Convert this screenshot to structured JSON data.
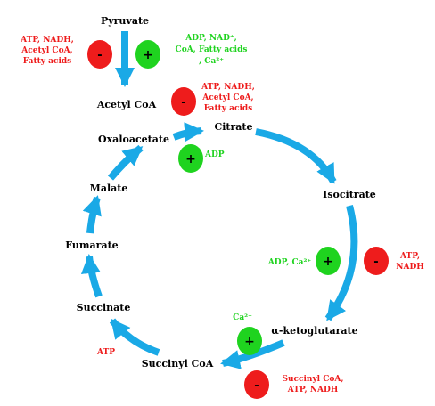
{
  "colors": {
    "arrow": "#1aa9e6",
    "inhibitor_circle": "#ee1c1c",
    "activator_circle": "#1fd31f",
    "inhibitor_text": "#ee1c1c",
    "activator_text": "#1fd31f"
  },
  "metabolites": {
    "pyruvate": "Pyruvate",
    "acetyl_coa": "Acetyl CoA",
    "citrate": "Citrate",
    "isocitrate": "Isocitrate",
    "alpha_ketoglutarate": "α-ketoglutarate",
    "succinyl_coa": "Succinyl CoA",
    "succinate": "Succinate",
    "fumarate": "Fumarate",
    "malate": "Malate",
    "oxaloacetate": "Oxaloacetate"
  },
  "regulation": {
    "pdh": {
      "inhibit_sign": "-",
      "activate_sign": "+",
      "inhibitors": [
        "ATP,  NADH,",
        "Acetyl CoA,",
        "Fatty acids"
      ],
      "activators": [
        "ADP,  NAD⁺,",
        "CoA, Fatty acids",
        ", Ca²⁺"
      ]
    },
    "citrate_synthase": {
      "inhibit_sign": "-",
      "activate_sign": "+",
      "inhibitors": [
        "ATP,  NADH,",
        "Acetyl CoA,",
        "Fatty acids"
      ],
      "activators": [
        "ADP"
      ]
    },
    "isocitrate_dh": {
      "inhibit_sign": "-",
      "activate_sign": "+",
      "inhibitors": [
        "ATP,",
        "NADH"
      ],
      "activators": [
        "ADP, Ca²⁺"
      ]
    },
    "akg_dh": {
      "inhibit_sign": "-",
      "activate_sign": "+",
      "inhibitors": [
        "Succinyl CoA,",
        "ATP, NADH"
      ],
      "activators": [
        "Ca²⁺"
      ]
    },
    "succinyl_coa_synthetase": {
      "product": "ATP"
    }
  }
}
